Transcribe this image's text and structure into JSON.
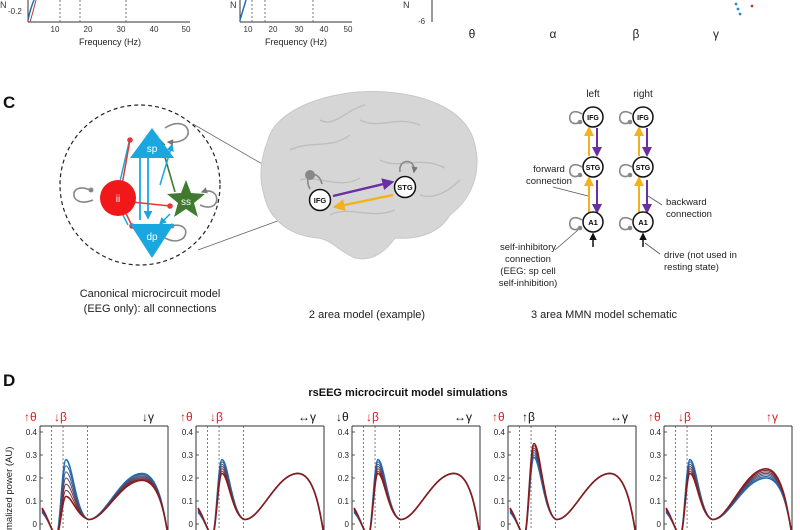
{
  "panel_top": {
    "plot1": {
      "xlabel": "Frequency (Hz)",
      "yticks": [
        "-0.2"
      ],
      "xticks": [
        "10",
        "20",
        "30",
        "40",
        "50"
      ],
      "ylabel_fragment": "N"
    },
    "plot2": {
      "xlabel": "Frequency (Hz)",
      "xticks": [
        "10",
        "20",
        "30",
        "40",
        "50"
      ],
      "ylabel_fragment": "N"
    },
    "plot3": {
      "xticks": [
        "θ",
        "α",
        "β",
        "γ"
      ],
      "yticks": [
        "-6"
      ],
      "ylabel_fragment": "N"
    }
  },
  "panel_c": {
    "letter": "C",
    "canonical": {
      "caption_line1": "Canonical microcircuit model",
      "caption_line2": "(EEG only): all connections",
      "nodes": {
        "sp": "sp",
        "ii": "ii",
        "ss": "ss",
        "dp": "dp"
      }
    },
    "two_area": {
      "caption": "2 area model (example)",
      "ifg": "IFG",
      "stg": "STG"
    },
    "three_area": {
      "caption": "3 area MMN model schematic",
      "left_label": "left",
      "right_label": "right",
      "ifg": "IFG",
      "stg": "STG",
      "a1": "A1",
      "forward_line1": "forward",
      "forward_line2": "connection",
      "backward_line1": "backward",
      "backward_line2": "connection",
      "selfinhib": [
        "self-inhibitory",
        "connection",
        "(EEG: sp cell",
        "self-inhibition)"
      ],
      "drive": [
        "drive (not used in",
        "resting state)"
      ]
    }
  },
  "panel_d": {
    "letter": "D",
    "title": "rsEEG microcircuit model simulations",
    "ylabel": "malized power (AU)",
    "yticks": [
      "0.4",
      "0.3",
      "0.2",
      "0.1",
      "0"
    ],
    "subplots": [
      {
        "theta": "↑θ",
        "beta": "↓β",
        "gamma": "↓γ",
        "theta_color": "#d42020",
        "beta_color": "#d42020",
        "gamma_color": "#111111"
      },
      {
        "theta": "↑θ",
        "beta": "↓β",
        "gamma": "↔γ",
        "theta_color": "#d42020",
        "beta_color": "#d42020",
        "gamma_color": "#111111"
      },
      {
        "theta": "↓θ",
        "beta": "↓β",
        "gamma": "↔γ",
        "theta_color": "#111111",
        "beta_color": "#d42020",
        "gamma_color": "#111111"
      },
      {
        "theta": "↑θ",
        "beta": "↑β",
        "gamma": "↔γ",
        "theta_color": "#d42020",
        "beta_color": "#111111",
        "gamma_color": "#111111"
      },
      {
        "theta": "↑θ",
        "beta": "↓β",
        "gamma": "↑γ",
        "theta_color": "#d42020",
        "beta_color": "#d42020",
        "gamma_color": "#d42020"
      }
    ]
  },
  "colors": {
    "sp": "#1aa7df",
    "ii": "#f01818",
    "ss": "#3f7a2f",
    "forward": "#f2b21c",
    "backward": "#6a2fa0",
    "curve_blue": "#1f6fb2",
    "curve_red": "#8b1a1a"
  }
}
